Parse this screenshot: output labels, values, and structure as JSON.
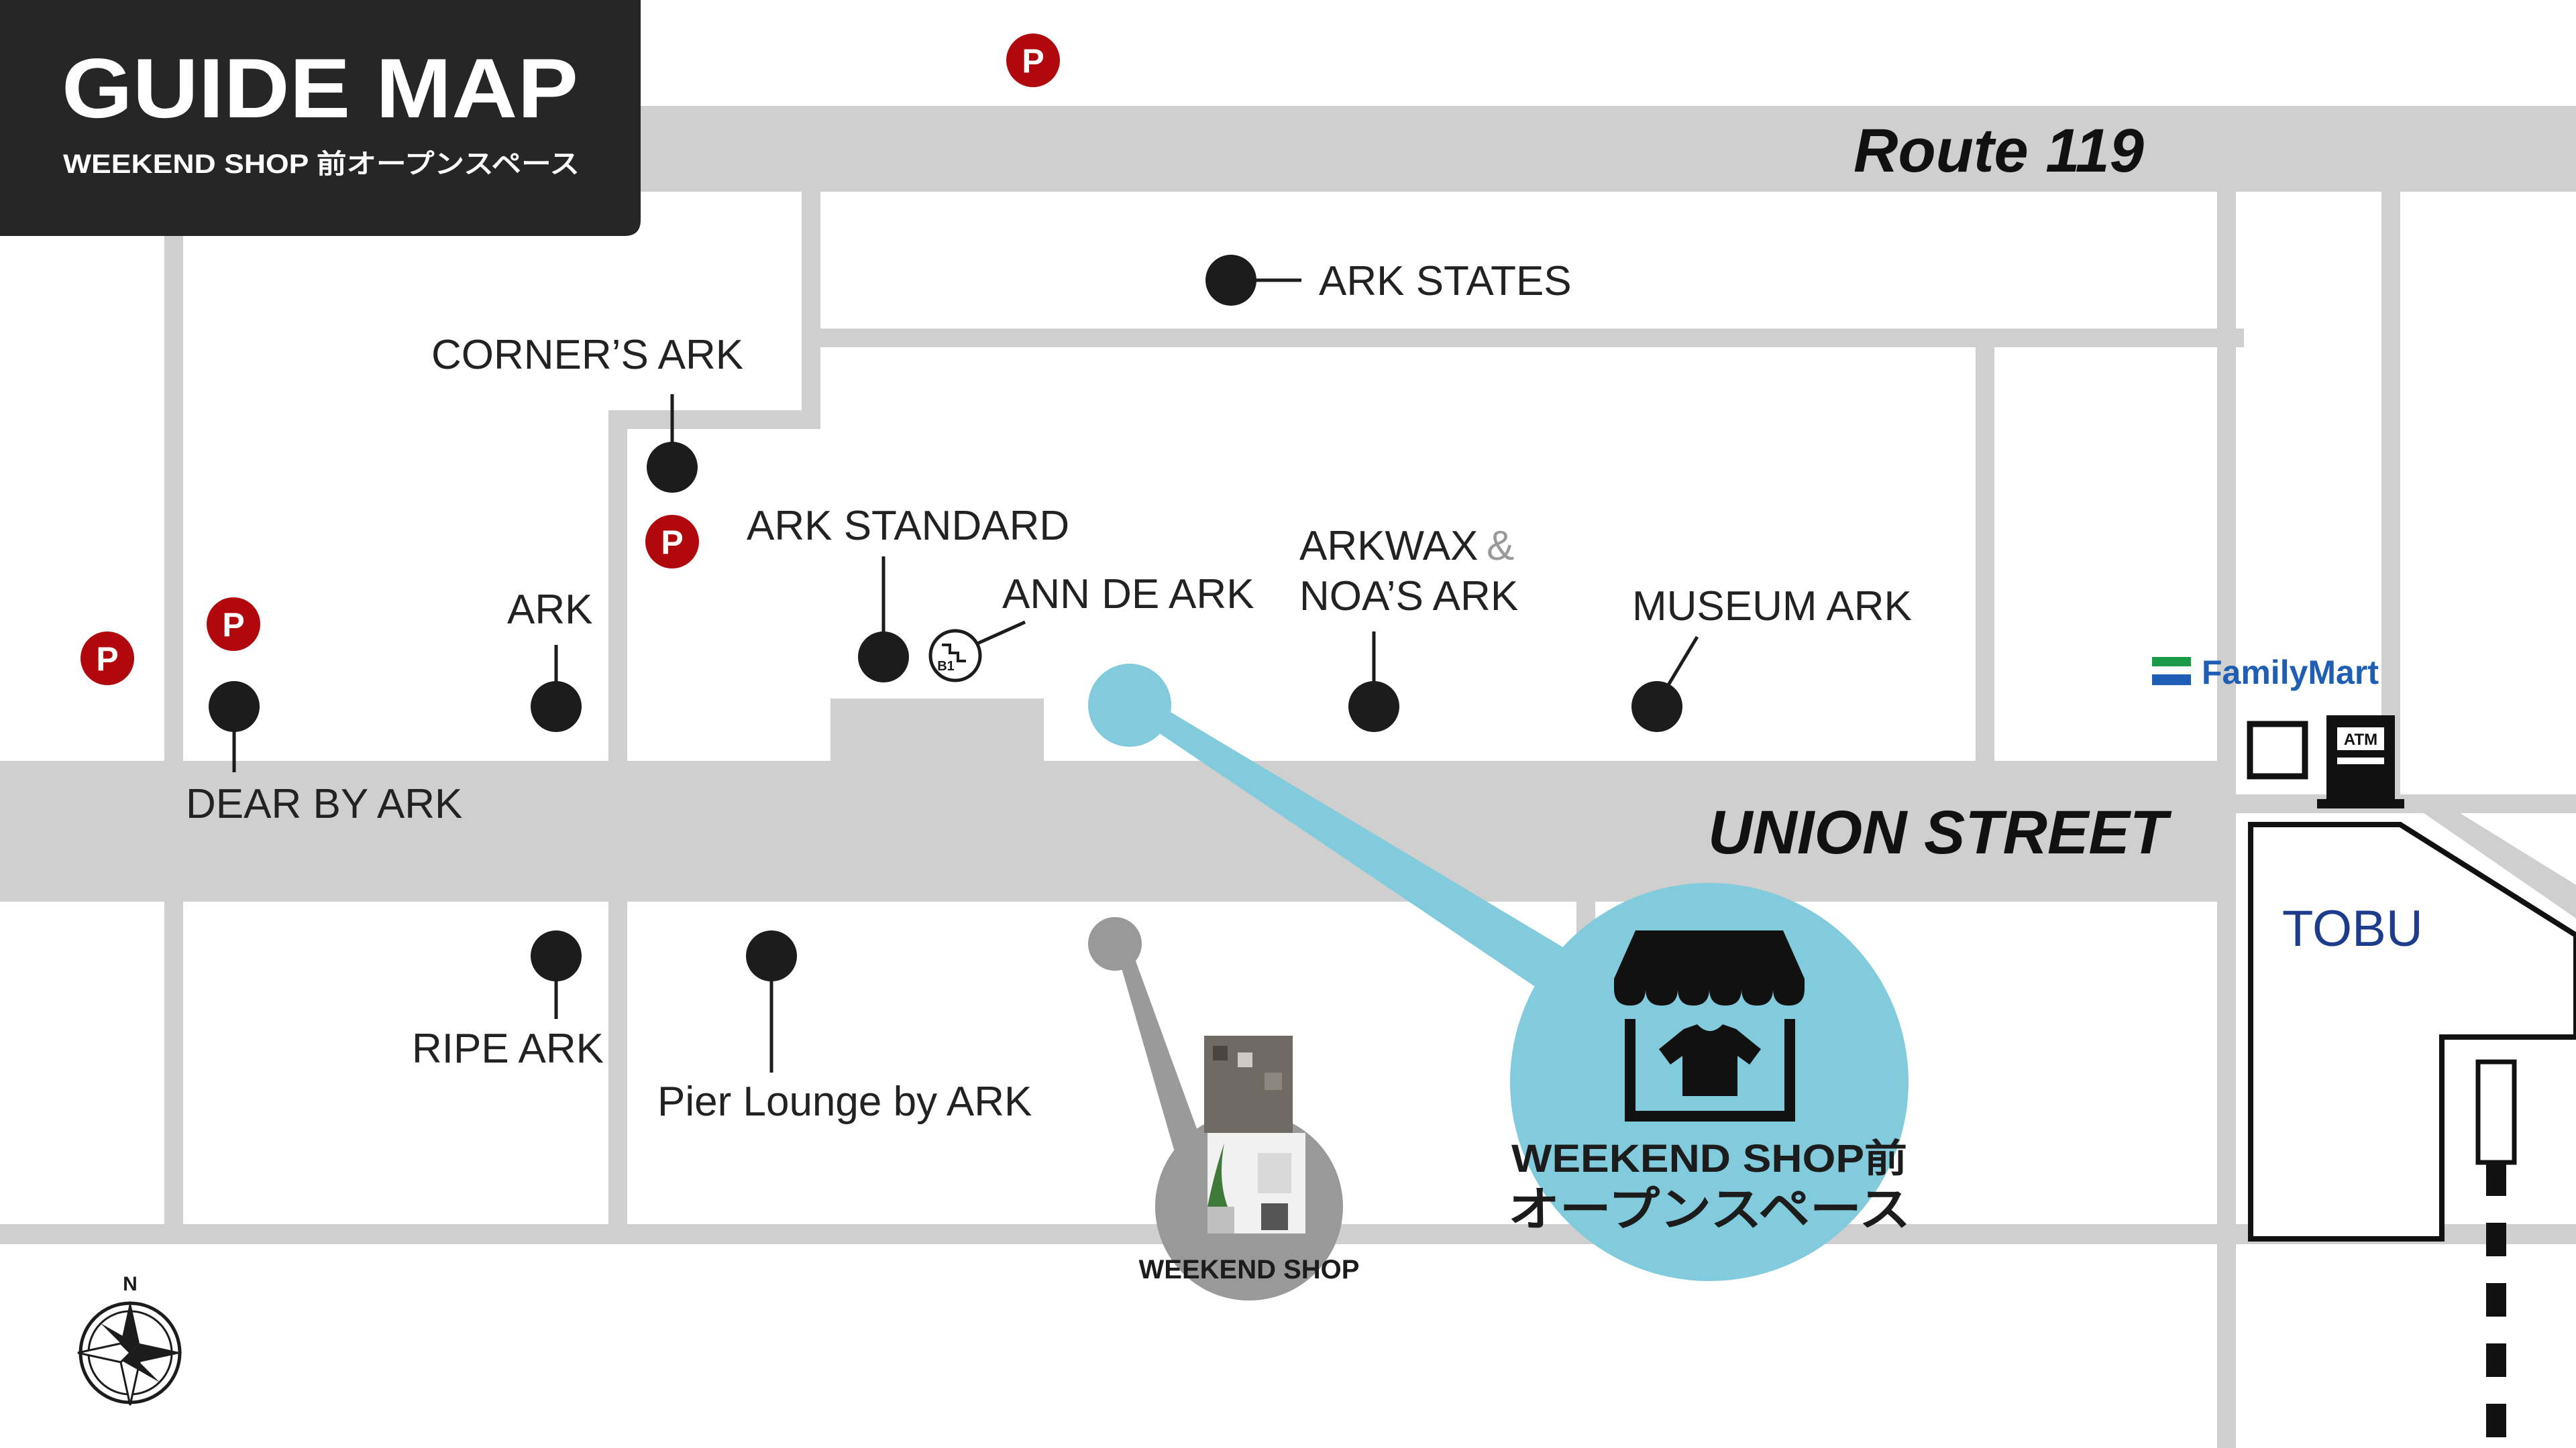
{
  "header": {
    "title": "GUIDE MAP",
    "subtitle": "WEEKEND SHOP 前オープンスペース"
  },
  "streets": {
    "route": "Route 119",
    "union": "UNION STREET"
  },
  "shops": {
    "ark_states": "ARK STATES",
    "corners_ark": "CORNER’S ARK",
    "ark_standard": "ARK STANDARD",
    "ann_de_ark": "ANN DE ARK",
    "arkwax": "ARKWAX",
    "ampersand": "&",
    "noas_ark": "NOA’S ARK",
    "museum_ark": "MUSEUM ARK",
    "ark": "ARK",
    "dear_by_ark": "DEAR BY ARK",
    "ripe_ark": "RIPE ARK",
    "pier_lounge": "Pier Lounge by ARK"
  },
  "basement_badge": "B1",
  "parking_label": "P",
  "highlight": {
    "line1": "WEEKEND SHOP前",
    "line2": "オープンスペース"
  },
  "weekend_shop": "WEEKEND SHOP",
  "familymart": "FamilyMart",
  "atm": "ATM",
  "tobu": "TOBU",
  "compass_north": "N",
  "colors": {
    "highlight": "#82cbdc",
    "parking": "#b0080c",
    "road": "#cfcfcf",
    "marker": "#1c1c1c",
    "gray_marker": "#999999"
  },
  "icons": [
    "shop-awning-icon",
    "tshirt-icon",
    "parking-icon",
    "atm-icon",
    "compass-icon",
    "stairs-icon"
  ]
}
